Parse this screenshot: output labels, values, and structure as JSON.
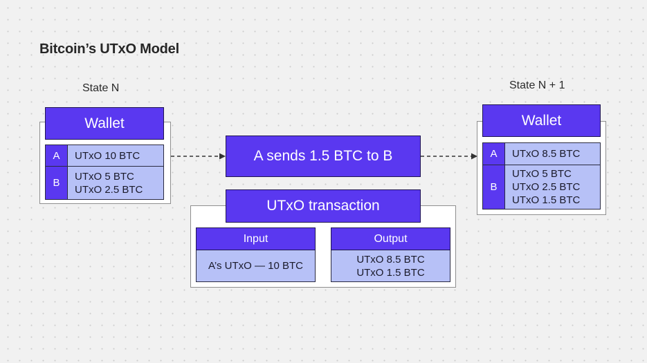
{
  "title": "Bitcoin’s UTxO Model",
  "state_before": {
    "label": "State N",
    "wallet_title": "Wallet",
    "rows": [
      {
        "key": "A",
        "values": [
          "UTxO 10 BTC"
        ]
      },
      {
        "key": "B",
        "values": [
          "UTxO 5 BTC",
          "UTxO 2.5 BTC"
        ]
      }
    ]
  },
  "action": {
    "label": "A sends 1.5 BTC to B"
  },
  "transaction": {
    "title": "UTxO transaction",
    "input": {
      "header": "Input",
      "values": [
        "A’s UTxO — 10 BTC"
      ]
    },
    "output": {
      "header": "Output",
      "values": [
        "UTxO 8.5 BTC",
        "UTxO 1.5 BTC"
      ]
    }
  },
  "state_after": {
    "label": "State N + 1",
    "wallet_title": "Wallet",
    "rows": [
      {
        "key": "A",
        "values": [
          "UTxO 8.5 BTC"
        ]
      },
      {
        "key": "B",
        "values": [
          "UTxO 5 BTC",
          "UTxO 2.5 BTC",
          "UTxO 1.5 BTC"
        ]
      }
    ]
  },
  "colors": {
    "accent": "#5a38f0",
    "cell_fill": "#b7c1f7",
    "background": "#f1f1f1",
    "arrow": "#333333"
  }
}
